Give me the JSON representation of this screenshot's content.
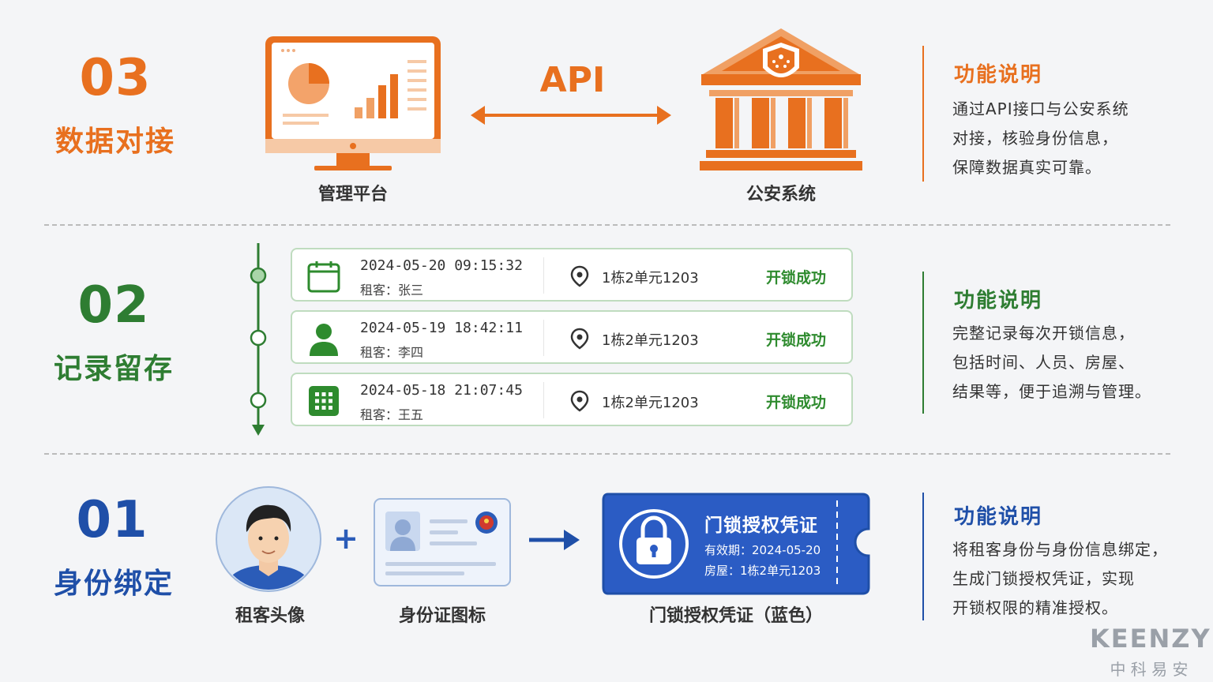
{
  "sections": {
    "s03": {
      "num": "03",
      "title": "数据对接",
      "platform_label": "管理平台",
      "api_label": "API",
      "police_label": "公安系统",
      "desc_title": "功能说明",
      "desc_lines": [
        "通过API接口与公安系统",
        "对接，核验身份信息，",
        "保障数据真实可靠。"
      ]
    },
    "s02": {
      "num": "02",
      "title": "记录留存",
      "records": [
        {
          "time": "2024-05-20 09:15:32",
          "tenant": "租客：张三",
          "room": "1栋2单元1203",
          "status": "开锁成功",
          "icon": "calendar-icon"
        },
        {
          "time": "2024-05-19 18:42:11",
          "tenant": "租客：李四",
          "room": "1栋2单元1203",
          "status": "开锁成功",
          "icon": "person-icon"
        },
        {
          "time": "2024-05-18 21:07:45",
          "tenant": "租客：王五",
          "room": "1栋2单元1203",
          "status": "开锁成功",
          "icon": "keypad-icon"
        }
      ],
      "desc_title": "功能说明",
      "desc_lines": [
        "完整记录每次开锁信息，",
        "包括时间、人员、房屋、",
        "结果等，便于追溯与管理。"
      ]
    },
    "s01": {
      "num": "01",
      "title": "身份绑定",
      "avatar_label": "租客头像",
      "plus": "+",
      "idcard_label": "身份证图标",
      "credential": {
        "title": "门锁授权凭证",
        "validity": "有效期：2024-05-20",
        "room": "房屋：1栋2单元1203"
      },
      "credential_label": "门锁授权凭证（蓝色）",
      "desc_title": "功能说明",
      "desc_lines": [
        "将租客身份与身份信息绑定，",
        "生成门锁授权凭证，实现",
        "开锁权限的精准授权。"
      ]
    }
  },
  "brand": {
    "name": "KEENZY",
    "sub": "中 科 易 安"
  },
  "colors": {
    "orange": "#e8701f",
    "green": "#2e7d32",
    "blue": "#1f4fa8"
  }
}
